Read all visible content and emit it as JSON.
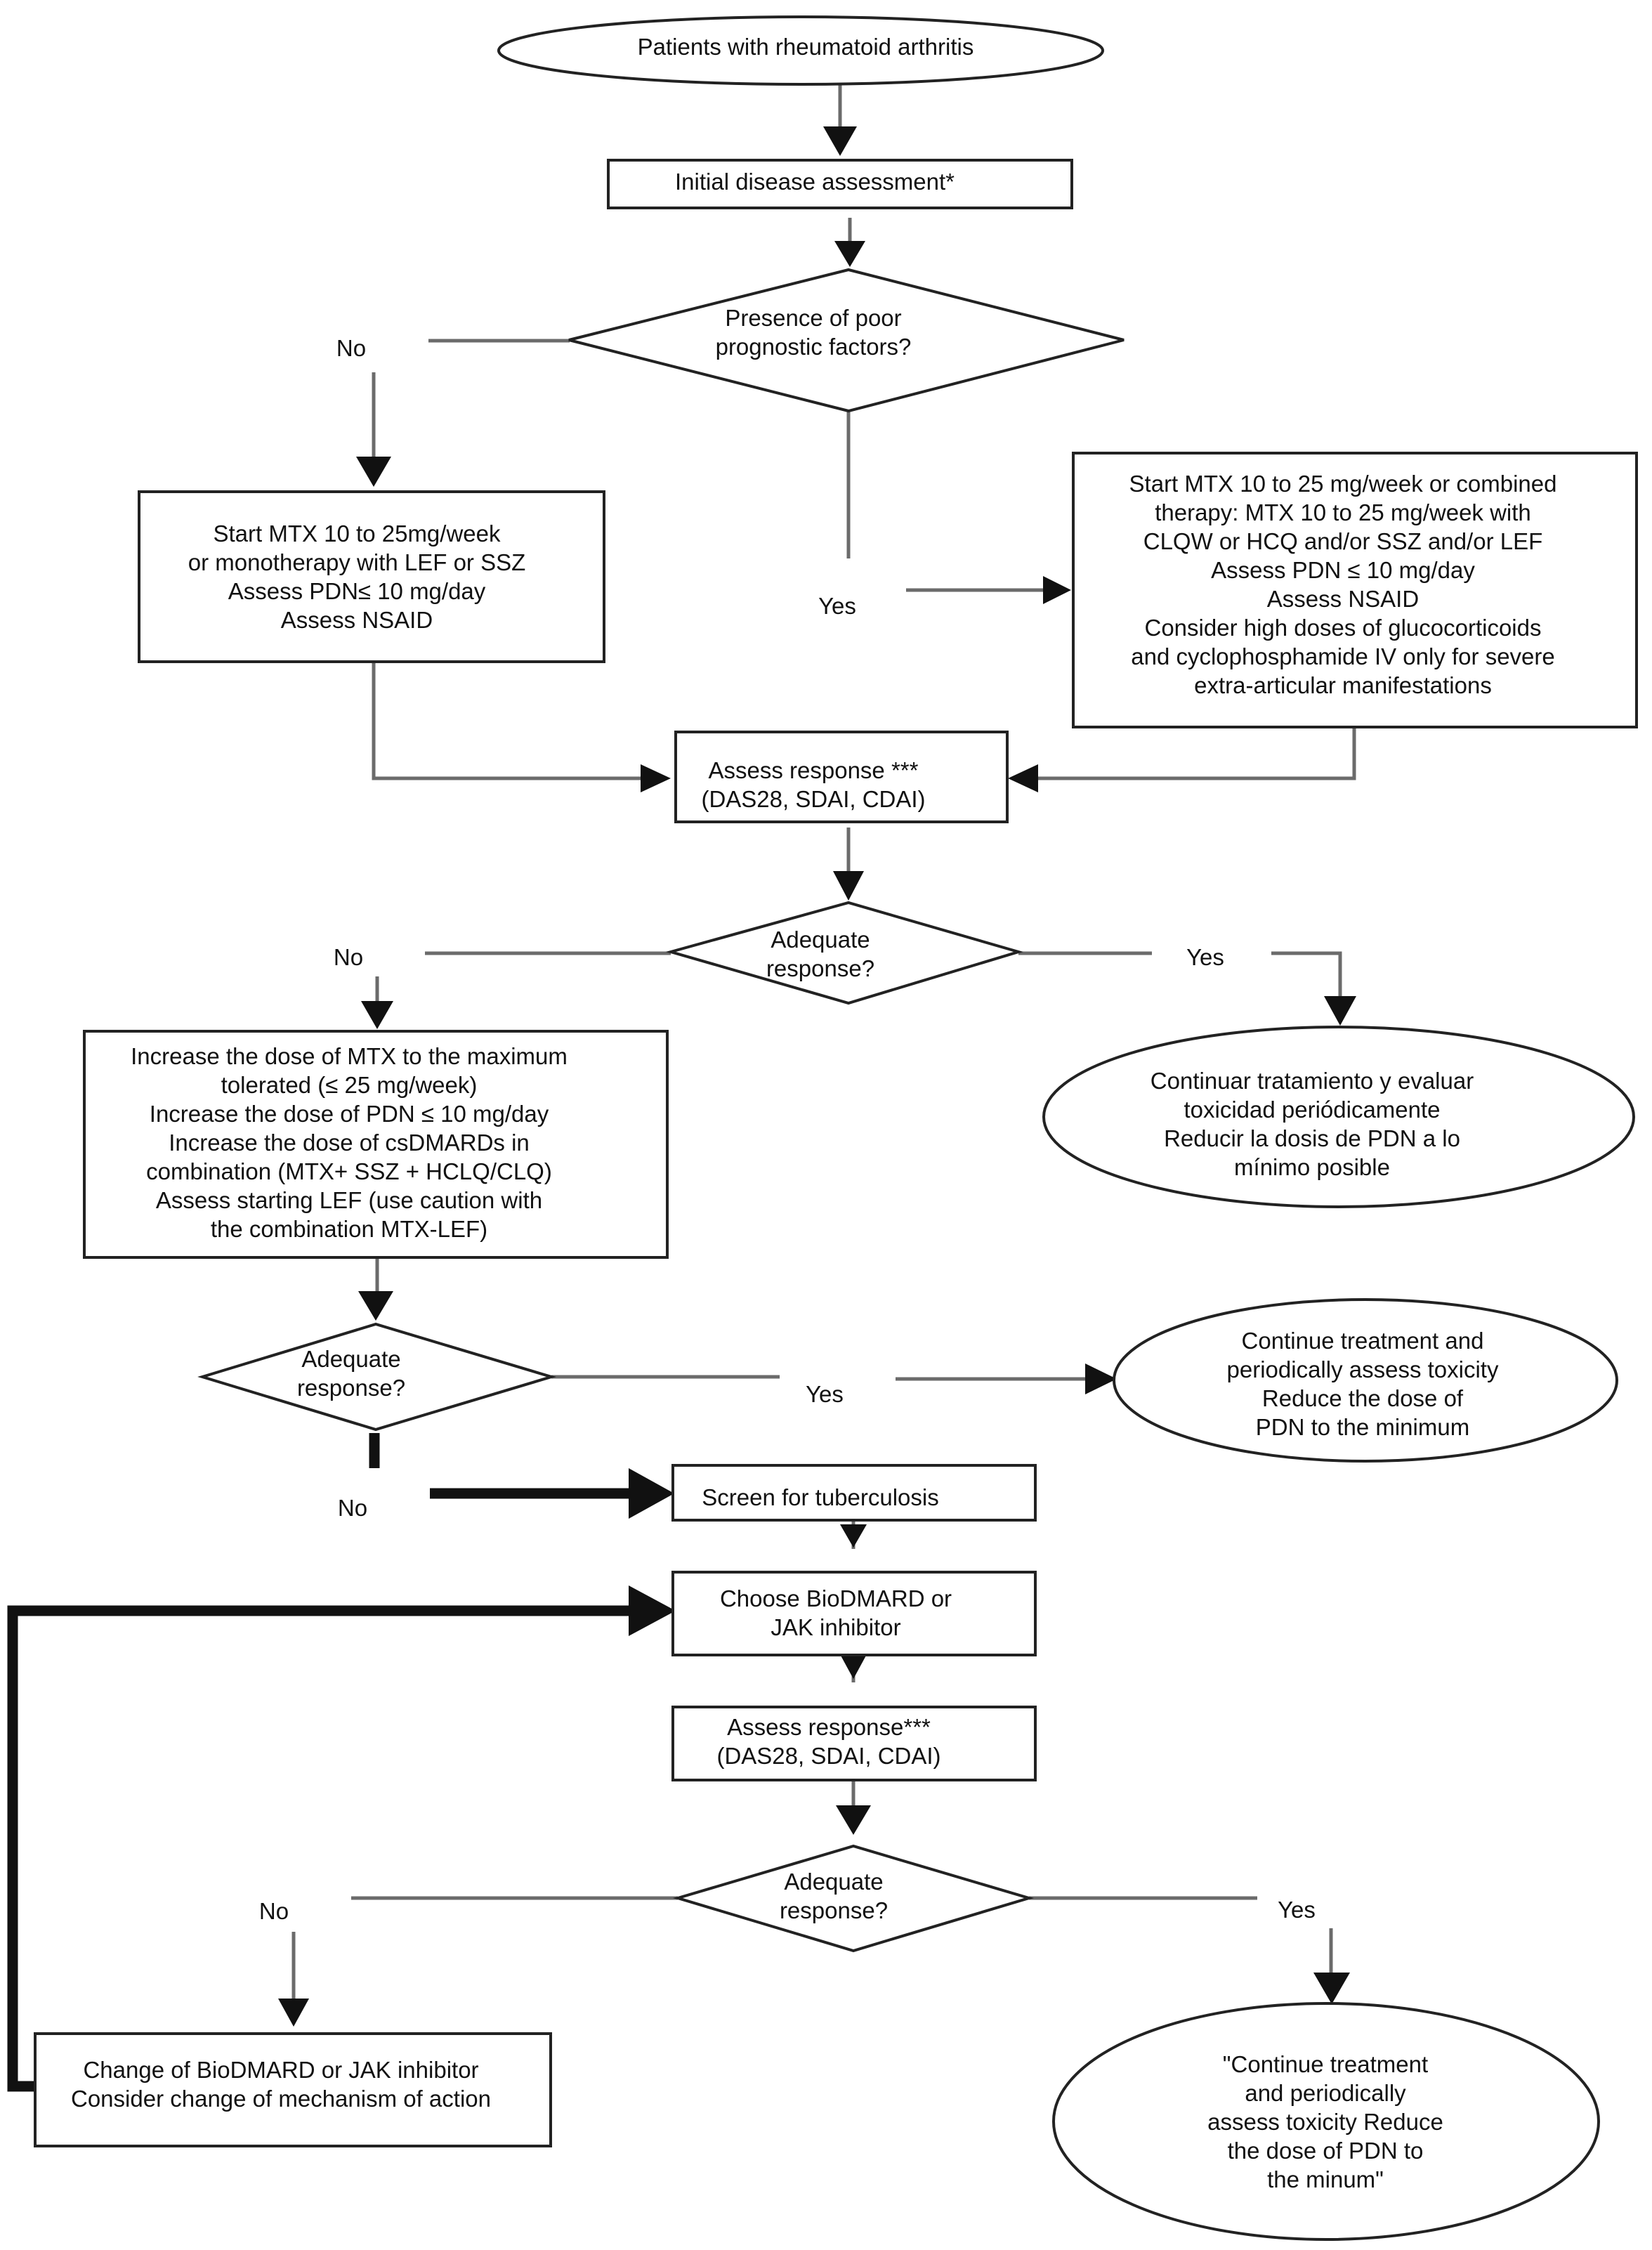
{
  "nodes": {
    "start": [
      "Patients with rheumatoid arthritis"
    ],
    "initial_assessment": [
      "Initial disease assessment*"
    ],
    "poor_prognosis_question": [
      "Presence of poor",
      "prognostic factors?"
    ],
    "left_therapy": [
      "Start MTX 10 to 25mg/week",
      "or monotherapy with LEF or SSZ",
      "Assess PDN≤ 10 mg/day",
      "Assess NSAID"
    ],
    "right_therapy": [
      "Start MTX 10 to 25 mg/week or combined",
      "therapy: MTX 10 to 25 mg/week with",
      "CLQW or HCQ and/or SSZ and/or LEF",
      "Assess PDN ≤ 10 mg/day",
      "Assess NSAID",
      "Consider high doses of glucocorticoids",
      "and cyclophosphamide IV only for severe",
      "extra-articular manifestations"
    ],
    "assess_response_1": [
      "Assess response ***",
      "(DAS28, SDAI, CDAI)"
    ],
    "adequate_1": [
      "Adequate",
      "response?"
    ],
    "increase_dose": [
      "Increase the dose of MTX to the maximum",
      "tolerated (≤ 25 mg/week)",
      "Increase the dose of PDN ≤ 10 mg/day",
      "Increase the dose of csDMARDs in",
      "combination (MTX+ SSZ + HCLQ/CLQ)",
      "Assess starting LEF (use caution with",
      "the combination MTX-LEF)"
    ],
    "continue_spanish": [
      "Continuar tratamiento y evaluar",
      "toxicidad periódicamente",
      "Reducir la dosis de PDN a lo",
      "mínimo posible"
    ],
    "adequate_2": [
      "Adequate",
      "response?"
    ],
    "continue_1": [
      "Continue treatment and",
      "periodically assess toxicity",
      "Reduce the dose of",
      "PDN to the minimum"
    ],
    "screen_tb": [
      "Screen for tuberculosis"
    ],
    "choose_bio": [
      "Choose BioDMARD or",
      "JAK inhibitor"
    ],
    "assess_response_2": [
      "Assess response***",
      "(DAS28, SDAI, CDAI)"
    ],
    "adequate_3": [
      "Adequate",
      "response?"
    ],
    "change_bio": [
      "Change of BioDMARD or JAK inhibitor",
      "Consider change of mechanism of action"
    ],
    "continue_2": [
      "\"Continue treatment",
      "and periodically",
      "assess toxicity Reduce",
      "the dose of PDN to",
      "the minum\""
    ]
  },
  "edge_labels": {
    "prognosis_no": "No",
    "prognosis_yes": "Yes",
    "adequate1_no": "No",
    "adequate1_yes": "Yes",
    "adequate2_yes": "Yes",
    "adequate2_no": "No",
    "adequate3_no": "No",
    "adequate3_yes": "Yes"
  }
}
